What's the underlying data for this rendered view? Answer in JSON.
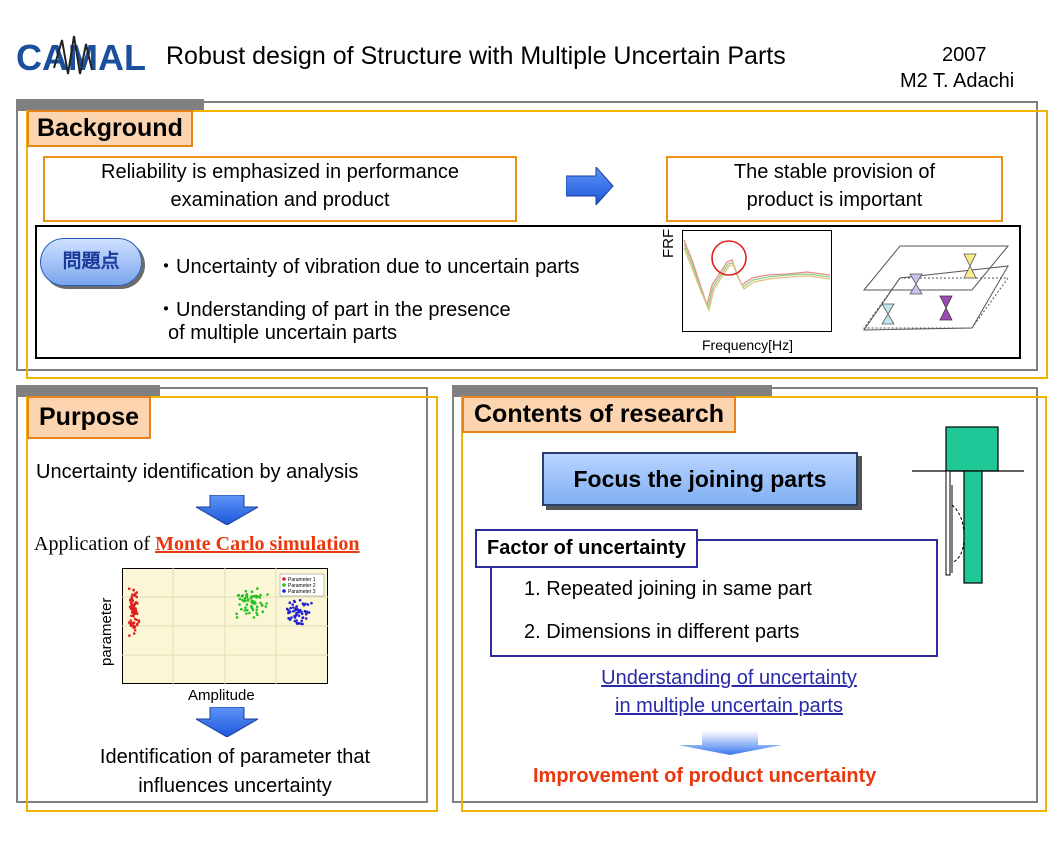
{
  "header": {
    "logo_text": "CAMAL",
    "title": "Robust design of Structure with Multiple Uncertain Parts",
    "year": "2007",
    "author": "M2 T. Adachi"
  },
  "background": {
    "label": "Background",
    "box_left_line1": "Reliability is emphasized in performance",
    "box_left_line2": "examination and product",
    "box_right_line1": "The stable provision of",
    "box_right_line2": "product is important",
    "problem_label": "問題点",
    "bullet1": "・Uncertainty of vibration due to uncertain parts",
    "bullet2_line1": "・Understanding of part in the presence",
    "bullet2_line2": "of multiple uncertain parts",
    "frf_ylabel": "FRF",
    "frf_xlabel": "Frequency[Hz]"
  },
  "purpose": {
    "label": "Purpose",
    "step1": "Uncertainty identification by analysis",
    "step2_prefix": "Application of ",
    "step2_highlight": "Monte Carlo simulation",
    "scatter_ylabel": "parameter",
    "scatter_xlabel": "Amplitude",
    "legend": [
      "Parameter 1",
      "Parameter 2",
      "Parameter 3"
    ],
    "step3_line1": "Identification of parameter  that",
    "step3_line2": "influences uncertainty"
  },
  "contents": {
    "label": "Contents of research",
    "focus": "Focus the joining parts",
    "factor_label": "Factor of uncertainty",
    "item1_num": "1",
    "item1_text": ". Repeated joining in same part",
    "item2_num": "2",
    "item2_text": ". Dimensions in different parts",
    "link_line1": "Understanding of uncertainty",
    "link_line2": "in multiple uncertain parts",
    "result": "Improvement of product uncertainty"
  },
  "colors": {
    "orange_border": "#e8901a",
    "gold_border": "#f0b400",
    "label_fill": "#fcd5b0",
    "accent_red": "#e8380d",
    "arrow_blue": "#2f6ef0",
    "link_blue": "#2a2aa8",
    "part_green": "#1fc896"
  }
}
